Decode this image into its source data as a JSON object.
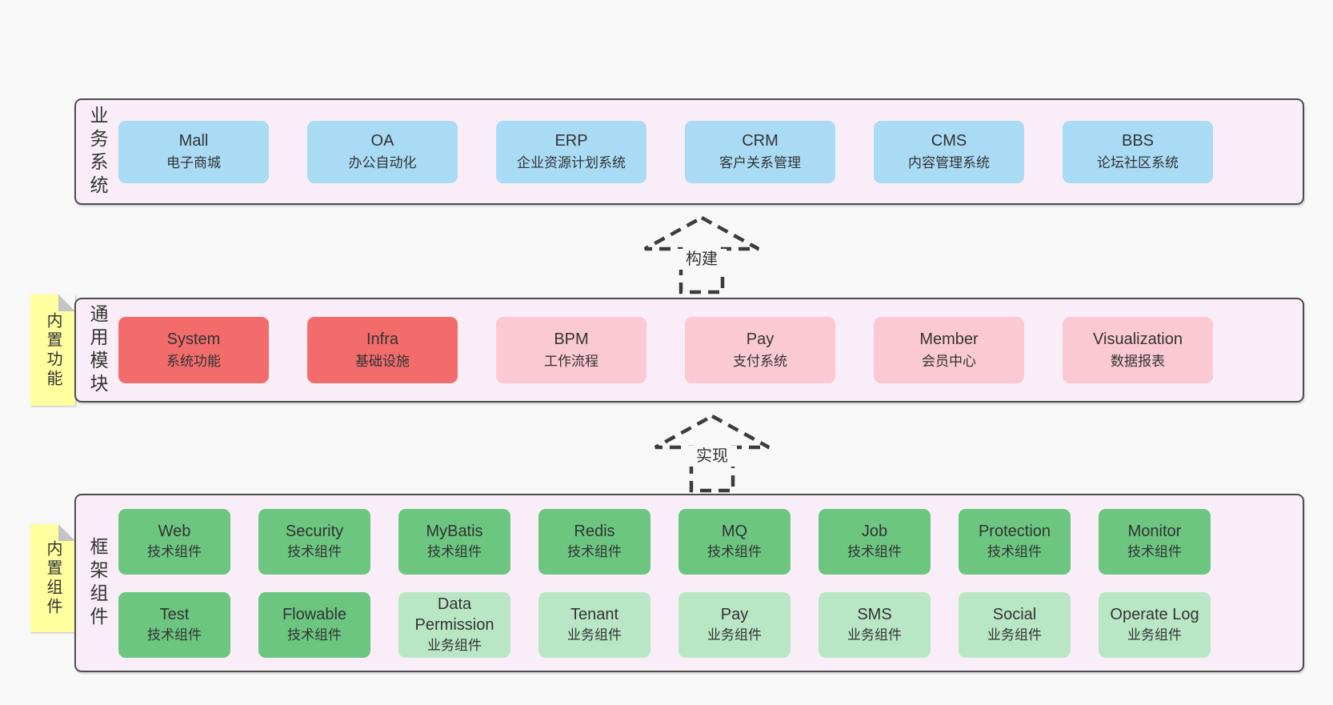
{
  "colors": {
    "background": "#f8f8f8",
    "container_bg": "#f9eef7",
    "note_bg": "#ffffa0",
    "blue": "#a9dbf5",
    "red": "#f26c6c",
    "pink": "#fbc9d3",
    "green": "#6cc680",
    "lightgreen": "#b9e7c5"
  },
  "arrows": {
    "build": "构建",
    "implement": "实现"
  },
  "sections": {
    "business": {
      "label": "业务系统",
      "boxes": [
        {
          "en": "Mall",
          "zh": "电子商城"
        },
        {
          "en": "OA",
          "zh": "办公自动化"
        },
        {
          "en": "ERP",
          "zh": "企业资源计划系统"
        },
        {
          "en": "CRM",
          "zh": "客户关系管理"
        },
        {
          "en": "CMS",
          "zh": "内容管理系统"
        },
        {
          "en": "BBS",
          "zh": "论坛社区系统"
        }
      ]
    },
    "modules": {
      "label": "通用模块",
      "note": "内置功能",
      "boxes": [
        {
          "en": "System",
          "zh": "系统功能"
        },
        {
          "en": "Infra",
          "zh": "基础设施"
        },
        {
          "en": "BPM",
          "zh": "工作流程"
        },
        {
          "en": "Pay",
          "zh": "支付系统"
        },
        {
          "en": "Member",
          "zh": "会员中心"
        },
        {
          "en": "Visualization",
          "zh": "数据报表"
        }
      ]
    },
    "components": {
      "label": "框架组件",
      "note": "内置组件",
      "rows": [
        [
          {
            "en": "Web",
            "zh": "技术组件"
          },
          {
            "en": "Security",
            "zh": "技术组件"
          },
          {
            "en": "MyBatis",
            "zh": "技术组件"
          },
          {
            "en": "Redis",
            "zh": "技术组件"
          },
          {
            "en": "MQ",
            "zh": "技术组件"
          },
          {
            "en": "Job",
            "zh": "技术组件"
          },
          {
            "en": "Protection",
            "zh": "技术组件"
          },
          {
            "en": "Monitor",
            "zh": "技术组件"
          }
        ],
        [
          {
            "en": "Test",
            "zh": "技术组件"
          },
          {
            "en": "Flowable",
            "zh": "技术组件"
          },
          {
            "en": "Data Permission",
            "zh": "业务组件"
          },
          {
            "en": "Tenant",
            "zh": "业务组件"
          },
          {
            "en": "Pay",
            "zh": "业务组件"
          },
          {
            "en": "SMS",
            "zh": "业务组件"
          },
          {
            "en": "Social",
            "zh": "业务组件"
          },
          {
            "en": "Operate Log",
            "zh": "业务组件"
          }
        ]
      ]
    }
  }
}
